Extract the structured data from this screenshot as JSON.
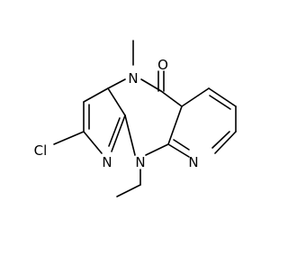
{
  "structure": {
    "atom_labels": {
      "oxygen": "O",
      "n_methyl": "N",
      "n_ethyl": "N",
      "n_pyridine_left": "N",
      "n_pyridine_right": "N",
      "chlorine": "Cl"
    },
    "colors": {
      "bond": "#000000",
      "label": "#000000",
      "background": "#ffffff"
    }
  }
}
